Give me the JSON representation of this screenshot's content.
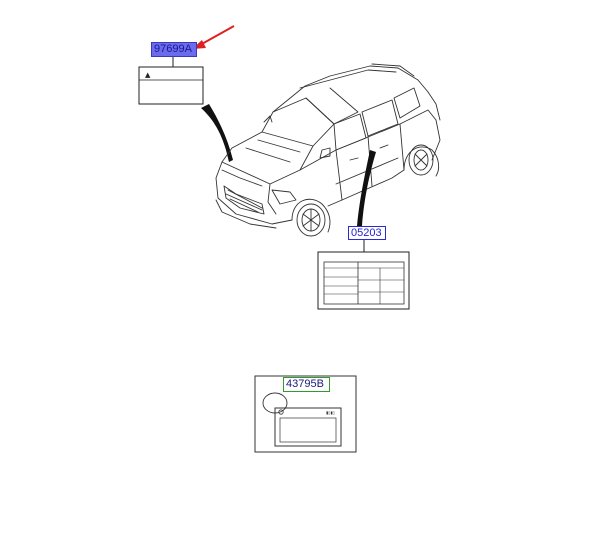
{
  "parts": {
    "p1": {
      "code": "97699A",
      "highlighted": true
    },
    "p2": {
      "code": "05203",
      "highlighted": false
    },
    "p3": {
      "code": "43795B",
      "highlighted": false
    }
  },
  "label_mark": "▲",
  "tag_text": "▮▯▮▯",
  "colors": {
    "highlight_fill": "#6b6bf0",
    "link_text": "#2222cc",
    "arrow": "#e02020",
    "frame_green": "#2f9a2f",
    "line": "#222222"
  }
}
